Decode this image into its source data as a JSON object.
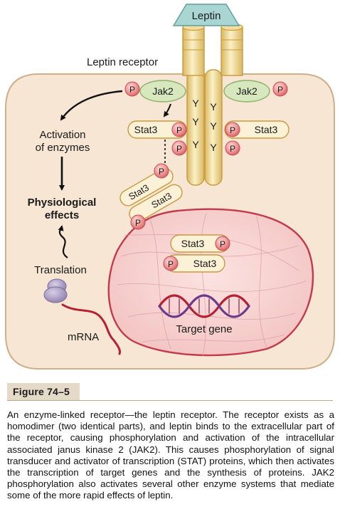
{
  "diagram": {
    "ligand": "Leptin",
    "receptor": "Leptin receptor",
    "kinase": "Jak2",
    "phospho": "P",
    "tyrosine": "Y",
    "stat": "Stat3",
    "pathway": {
      "activation_line1": "Activation",
      "activation_line2": "of enzymes",
      "effects_line1": "Physiological",
      "effects_line2": "effects",
      "translation": "Translation"
    },
    "mrna": "mRNA",
    "target_gene": "Target gene"
  },
  "figure": {
    "label": "Figure 74–5",
    "caption": "An enzyme-linked receptor—the leptin receptor. The receptor exists as a homodimer (two identical parts), and leptin binds to the extracellular part of the receptor, causing phosphorylation and activation of the intracellular associated janus kinase 2 (JAK2). This causes phosphorylation of signal transducer and activator of transcription (STAT) proteins, which then activates the transcription of target genes and the synthesis of proteins. JAK2 phosphorylation also activates several other enzyme systems that mediate some of the more rapid effects of leptin."
  },
  "colors": {
    "cell_fill": "#f6e6d3",
    "nucleus_fill": "#f7d3d2",
    "receptor_fill": "#f4dd9e",
    "jak2_fill": "#d7e8bf",
    "phospho_fill": "#e8787c",
    "leptin_fill": "#a9d6d2",
    "mrna": "#b52033",
    "dna_a": "#b52033",
    "dna_b": "#6c3a8c"
  }
}
